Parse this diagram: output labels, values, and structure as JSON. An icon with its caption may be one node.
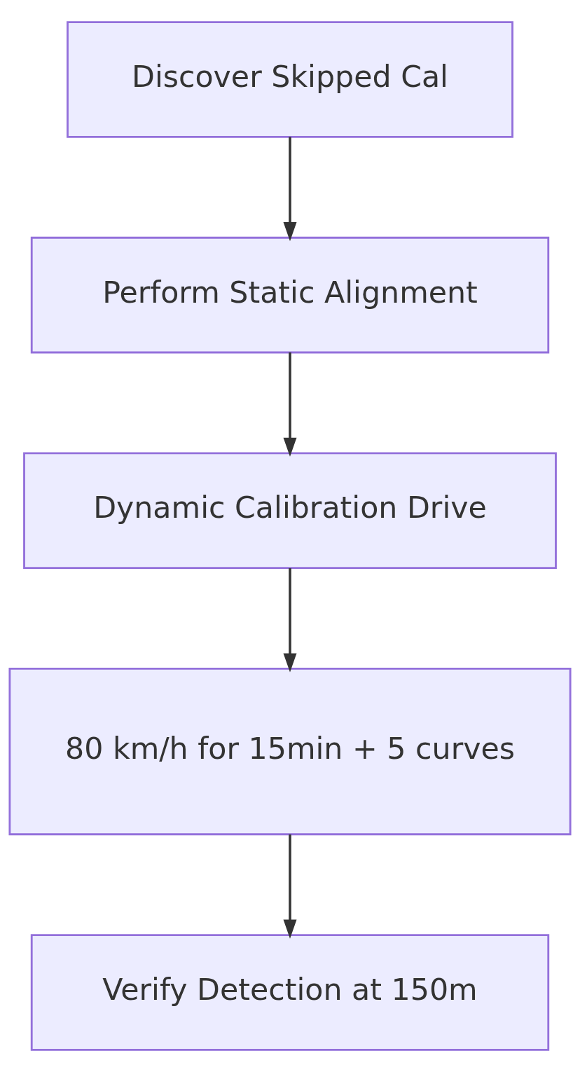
{
  "diagram": {
    "nodes": [
      {
        "text": [
          "Discover Skipped Cal"
        ]
      },
      {
        "text": [
          "Perform Static Alignment"
        ]
      },
      {
        "text": [
          "Dynamic Calibration Drive"
        ]
      },
      {
        "text": [
          "80 km/h for 15min + 5 curves"
        ]
      },
      {
        "text": [
          "Verify Detection at 150m"
        ]
      }
    ],
    "edges": [
      {
        "from": 0,
        "to": 1,
        "arrow": "to"
      },
      {
        "from": 1,
        "to": 2,
        "arrow": "to"
      },
      {
        "from": 2,
        "to": 3,
        "arrow": "to"
      },
      {
        "from": 3,
        "to": 4,
        "arrow": "to"
      }
    ]
  }
}
